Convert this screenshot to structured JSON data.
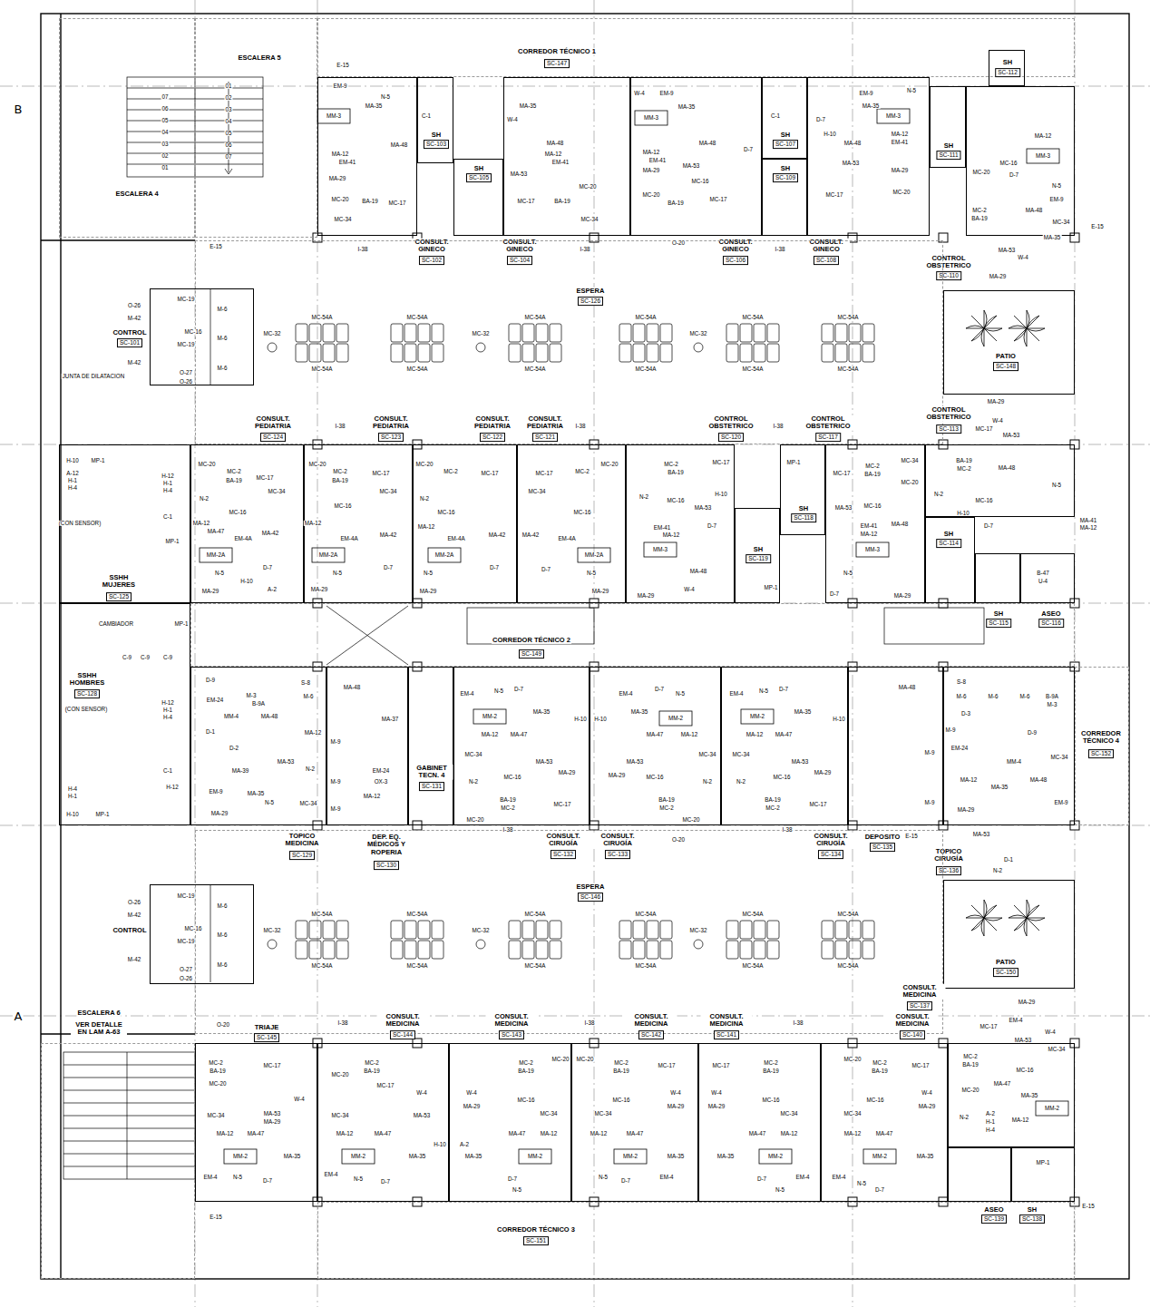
{
  "diagram": {
    "nodes": [
      {
        "text": [
          "ESCALERA 5"
        ]
      },
      {
        "text": [
          "ESCALERA 4"
        ]
      },
      {
        "text": [
          "CORREDOR TÉCNICO 1",
          "SC-147"
        ]
      },
      {
        "text": [
          "CONSULT. GINECO",
          "SC-102"
        ]
      },
      {
        "text": [
          "SH",
          "SC-103"
        ]
      },
      {
        "text": [
          "CONSULT. GINECO",
          "SC-104"
        ]
      },
      {
        "text": [
          "SH",
          "SC-105"
        ]
      },
      {
        "text": [
          "CONSULT. GINECO",
          "SC-106"
        ]
      },
      {
        "text": [
          "SH",
          "SC-107"
        ]
      },
      {
        "text": [
          "SH",
          "SC-109"
        ]
      },
      {
        "text": [
          "CONSULT. GINECO",
          "SC-108"
        ]
      },
      {
        "text": [
          "SH",
          "SC-111"
        ]
      },
      {
        "text": [
          "SH",
          "SC-112"
        ]
      },
      {
        "text": [
          "CONTROL OBSTETRICO",
          "SC-110"
        ]
      },
      {
        "text": [
          "ESPERA",
          "SC-126"
        ]
      },
      {
        "text": [
          "CONTROL",
          "SC-101"
        ]
      },
      {
        "text": [
          "PATIO",
          "SC-148"
        ]
      },
      {
        "text": [
          "CONTROL OBSTETRICO",
          "SC-113"
        ]
      },
      {
        "text": [
          "SSHH MUJERES",
          "SC-125"
        ]
      },
      {
        "text": [
          "CONSULT. PEDIATRIA",
          "SC-124"
        ]
      },
      {
        "text": [
          "CONSULT. PEDIATRIA",
          "SC-123"
        ]
      },
      {
        "text": [
          "CONSULT. PEDIATRIA",
          "SC-122"
        ]
      },
      {
        "text": [
          "CONSULT. PEDIATRIA",
          "SC-121"
        ]
      },
      {
        "text": [
          "CONTROL OBSTETRICO",
          "SC-120"
        ]
      },
      {
        "text": [
          "SH",
          "SC-118"
        ]
      },
      {
        "text": [
          "SH",
          "SC-119"
        ]
      },
      {
        "text": [
          "CONTROL OBSTETRICO",
          "SC-117"
        ]
      },
      {
        "text": [
          "SH",
          "SC-114"
        ]
      },
      {
        "text": [
          "SH",
          "SC-115"
        ]
      },
      {
        "text": [
          "ASEO",
          "SC-116"
        ]
      },
      {
        "text": [
          "CORREDOR TÉCNICO 2",
          "SC-149"
        ]
      },
      {
        "text": [
          "SSHH HOMBRES",
          "SC-128"
        ]
      },
      {
        "text": [
          "TOPICO MEDICINA",
          "SC-129"
        ]
      },
      {
        "text": [
          "DEP. EQ. MÉDICOS Y ROPERIA",
          "SC-130"
        ]
      },
      {
        "text": [
          "GABINET TECN. 4",
          "SC-131"
        ]
      },
      {
        "text": [
          "CONSULT. CIRUGÍA",
          "SC-132"
        ]
      },
      {
        "text": [
          "CONSULT. CIRUGÍA",
          "SC-133"
        ]
      },
      {
        "text": [
          "CONSULT. CIRUGÍA",
          "SC-134"
        ]
      },
      {
        "text": [
          "DEPOSITO",
          "SC-135"
        ]
      },
      {
        "text": [
          "TOPICO CIRUGÍA",
          "SC-136"
        ]
      },
      {
        "text": [
          "CORREDOR TÉCNICO 4",
          "SC-152"
        ]
      },
      {
        "text": [
          "ESPERA",
          "SC-146"
        ]
      },
      {
        "text": [
          "CONTROL"
        ]
      },
      {
        "text": [
          "PATIO",
          "SC-150"
        ]
      },
      {
        "text": [
          "CONSULT. MEDICINA",
          "SC-137"
        ]
      },
      {
        "text": [
          "TRIAJE",
          "SC-145"
        ]
      },
      {
        "text": [
          "CONSULT. MEDICINA",
          "SC-144"
        ]
      },
      {
        "text": [
          "CONSULT. MEDICINA",
          "SC-143"
        ]
      },
      {
        "text": [
          "CONSULT. MEDICINA",
          "SC-142"
        ]
      },
      {
        "text": [
          "CONSULT. MEDICINA",
          "SC-141"
        ]
      },
      {
        "text": [
          "CONSULT. MEDICINA",
          "SC-140"
        ]
      },
      {
        "text": [
          "ASEO",
          "SC-139"
        ]
      },
      {
        "text": [
          "SH",
          "SC-138"
        ]
      },
      {
        "text": [
          "ESCALERA 6",
          "VER DETALLE EN LAM A-63"
        ]
      },
      {
        "text": [
          "CORREDOR TÉCNICO 3",
          "SC-151"
        ]
      }
    ],
    "labels": [
      "B",
      "A",
      "JUNTA DE DILATACION",
      "E-15",
      "E-15",
      "E-15",
      "E-15",
      "E-15",
      "E-15",
      "O-20",
      "O-20",
      "O-20",
      "MC-54A",
      "MC-54A",
      "MC-54A",
      "MC-54A",
      "MC-54A",
      "MC-54A",
      "MC-54A",
      "MC-54A",
      "MC-54A",
      "MC-54A",
      "MC-54A",
      "MC-54A",
      "MC-32",
      "MC-32",
      "MC-32",
      "MC-54A",
      "MC-54A",
      "MC-54A",
      "MC-54A",
      "MC-54A",
      "MC-54A",
      "MC-54A",
      "MC-54A",
      "MC-54A",
      "MC-54A",
      "MC-54A",
      "MC-54A",
      "MC-32",
      "MC-32",
      "MC-32",
      "O-26",
      "M-42",
      "MC-19",
      "MC-16",
      "MC-19",
      "M-42",
      "O-27",
      "O-26",
      "M-6",
      "M-6",
      "M-6",
      "O-26",
      "M-42",
      "MC-19",
      "MC-16",
      "MC-19",
      "M-42",
      "O-27",
      "O-26",
      "M-6",
      "M-6",
      "M-6",
      "07",
      "06",
      "05",
      "04",
      "03",
      "02",
      "01",
      "01",
      "02",
      "03",
      "04",
      "05",
      "06",
      "07",
      "I-38",
      "I-38",
      "I-38",
      "I-38",
      "I-38",
      "I-38",
      "I-38",
      "I-38",
      "I-38",
      "I-38",
      "I-38",
      "EM-9",
      "N-5",
      "MM-3",
      "MA-35",
      "MA-48",
      "MA-12",
      "EM-41",
      "MA-29",
      "MC-20",
      "BA-19",
      "MC-17",
      "MC-34",
      "C-1",
      "W-4",
      "MA-35",
      "MA-48",
      "MA-12",
      "EM-41",
      "MA-53",
      "MC-17",
      "BA-19",
      "MC-20",
      "MC-34",
      "W-4",
      "EM-9",
      "MM-3",
      "MA-35",
      "MA-48",
      "MA-12",
      "EM-41",
      "MA-29",
      "MA-53",
      "MC-16",
      "MC-20",
      "BA-19",
      "MC-17",
      "C-1",
      "D-7",
      "EM-9",
      "N-5",
      "MM-3",
      "MA-35",
      "MA-48",
      "MA-12",
      "EM-41",
      "MA-29",
      "MA-53",
      "MC-17",
      "MC-20",
      "H-10",
      "D-7",
      "MM-3",
      "MC-20",
      "MC-16",
      "D-7",
      "MC-2",
      "BA-19",
      "MA-48",
      "MC-34",
      "N-5",
      "EM-9",
      "MA-12",
      "MA-53",
      "MA-35",
      "W-4",
      "MA-29",
      "H-10",
      "MP-1",
      "A-12",
      "H-1",
      "H-4",
      "H-12",
      "H-1",
      "H-4",
      "C-1",
      "MP-1",
      "(CON SENSOR)",
      "CAMBIADOR",
      "MC-20",
      "MC-2",
      "BA-19",
      "MC-17",
      "MC-34",
      "N-2",
      "MC-16",
      "MA-12",
      "MA-47",
      "EM-4A",
      "MA-42",
      "MM-2A",
      "N-5",
      "H-10",
      "D-7",
      "MA-29",
      "A-2",
      "MC-20",
      "MC-2",
      "BA-19",
      "MC-17",
      "MC-34",
      "MC-16",
      "MA-12",
      "EM-4A",
      "MA-42",
      "MM-2A",
      "N-5",
      "MA-29",
      "D-7",
      "MC-20",
      "MC-2",
      "MC-17",
      "N-2",
      "MC-16",
      "MA-12",
      "EM-4A",
      "MA-42",
      "MM-2A",
      "N-5",
      "D-7",
      "MA-29",
      "MC-20",
      "MC-2",
      "MC-17",
      "MC-34",
      "MC-16",
      "EM-4A",
      "MA-42",
      "MM-2A",
      "N-5",
      "MA-29",
      "D-7",
      "MC-2",
      "BA-19",
      "MC-17",
      "N-2",
      "MC-16",
      "MA-53",
      "EM-41",
      "MA-12",
      "MM-3",
      "MA-48",
      "W-4",
      "MA-29",
      "D-7",
      "H-10",
      "MP-1",
      "MP-1",
      "MC-17",
      "MC-2",
      "BA-19",
      "MC-34",
      "MC-20",
      "MA-53",
      "MC-16",
      "EM-41",
      "MA-12",
      "MA-48",
      "MM-3",
      "N-5",
      "MA-29",
      "D-7",
      "MC-17",
      "MA-53",
      "BA-19",
      "MC-2",
      "MA-48",
      "MC-16",
      "N-2",
      "N-5",
      "MA-41",
      "MA-12",
      "H-10",
      "D-7",
      "W-4",
      "MA-29",
      "B-47",
      "U-4",
      "(CON SENSOR)",
      "H-12",
      "H-1",
      "H-4",
      "C-1",
      "H-12",
      "H-4",
      "H-1",
      "H-10",
      "MP-1",
      "MP-1",
      "C-9",
      "C-9",
      "C-9",
      "D-9",
      "EM-24",
      "S-8",
      "M-3",
      "B-9A",
      "M-6",
      "MM-4",
      "MA-48",
      "D-1",
      "MA-12",
      "D-2",
      "MA-39",
      "MA-53",
      "N-2",
      "EM-9",
      "MA-35",
      "N-5",
      "MC-34",
      "MA-29",
      "M-9",
      "M-9",
      "M-9",
      "MA-48",
      "MA-37",
      "MA-12",
      "EM-24",
      "OX-3",
      "EM-4",
      "N-5",
      "D-7",
      "MM-2",
      "MA-35",
      "MA-12",
      "MA-47",
      "MC-34",
      "MA-53",
      "MA-29",
      "N-2",
      "MC-16",
      "BA-19",
      "MC-2",
      "MC-17",
      "MC-20",
      "H-10",
      "EM-4",
      "D-7",
      "N-5",
      "MM-2",
      "MA-35",
      "MA-47",
      "MA-12",
      "MC-34",
      "MA-53",
      "MA-29",
      "MC-16",
      "N-2",
      "BA-19",
      "MC-2",
      "MC-20",
      "H-10",
      "EM-4",
      "N-5",
      "D-7",
      "MM-2",
      "MA-35",
      "MA-12",
      "MA-47",
      "MC-34",
      "MA-53",
      "MA-29",
      "N-2",
      "MC-16",
      "BA-19",
      "MC-2",
      "MC-17",
      "H-10",
      "MA-48",
      "M-9",
      "M-9",
      "S-8",
      "M-6",
      "M-6",
      "M-6",
      "B-9A",
      "M-3",
      "M-9",
      "D-3",
      "D-9",
      "MM-4",
      "EM-24",
      "MC-34",
      "MA-12",
      "MA-35",
      "MA-48",
      "MA-29",
      "EM-9",
      "MA-53",
      "D-1",
      "N-2",
      "MC-2",
      "BA-19",
      "MC-20",
      "MC-17",
      "W-4",
      "MA-53",
      "MA-29",
      "MC-34",
      "MA-12",
      "MA-47",
      "MM-2",
      "MA-35",
      "EM-4",
      "N-5",
      "D-7",
      "MC-2",
      "BA-19",
      "MC-20",
      "MC-17",
      "W-4",
      "MC-34",
      "MA-53",
      "MA-12",
      "MA-47",
      "MM-2",
      "MA-35",
      "H-10",
      "EM-4",
      "N-5",
      "D-7",
      "MC-2",
      "BA-19",
      "MC-20",
      "W-4",
      "MA-29",
      "MC-16",
      "MC-34",
      "MA-47",
      "MA-12",
      "MM-2",
      "MA-35",
      "D-7",
      "N-5",
      "A-2",
      "MC-20",
      "MC-2",
      "BA-19",
      "MC-17",
      "W-4",
      "MC-16",
      "MC-34",
      "MA-29",
      "MA-12",
      "MA-47",
      "MM-2",
      "MA-35",
      "N-5",
      "D-7",
      "EM-4",
      "MC-17",
      "MC-2",
      "BA-19",
      "W-4",
      "MA-29",
      "MC-16",
      "MC-34",
      "MA-47",
      "MA-12",
      "MM-2",
      "MA-35",
      "D-7",
      "N-5",
      "EM-4",
      "MC-20",
      "MC-2",
      "BA-19",
      "MC-17",
      "W-4",
      "MC-16",
      "MC-34",
      "MA-29",
      "MA-12",
      "MA-47",
      "MM-2",
      "MA-35",
      "EM-4",
      "N-5",
      "D-7",
      "EM-4",
      "MA-29",
      "MC-17",
      "MA-53",
      "W-4",
      "MC-34",
      "MC-2",
      "BA-19",
      "MC-16",
      "MA-47",
      "MA-35",
      "MC-20",
      "MM-2",
      "MA-12",
      "N-2",
      "A-2",
      "H-1",
      "H-4",
      "MP-1"
    ]
  }
}
